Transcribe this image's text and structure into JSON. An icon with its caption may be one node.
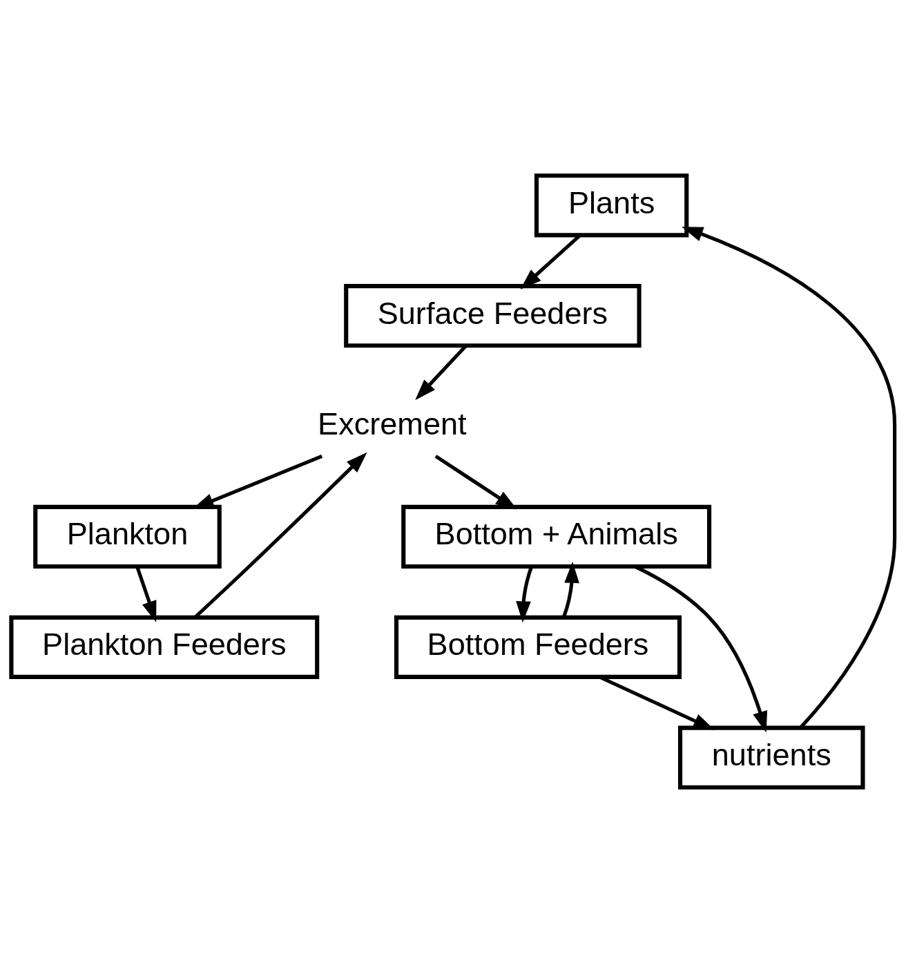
{
  "diagram": {
    "nodes": [
      {
        "text": [
          "Plants"
        ]
      },
      {
        "text": [
          "Surface Feeders"
        ]
      },
      {
        "text": [
          "Excrement"
        ]
      },
      {
        "text": [
          "Plankton"
        ]
      },
      {
        "text": [
          "Plankton Feeders"
        ]
      },
      {
        "text": [
          "Bottom Feeders"
        ]
      },
      {
        "text": [
          "Bottom + Animals"
        ]
      },
      {
        "text": [
          "nutrients"
        ]
      }
    ],
    "edges": [
      {
        "from": 0,
        "to": 1,
        "arrow": "to"
      },
      {
        "from": 1,
        "to": 2,
        "arrow": "to"
      },
      {
        "from": 2,
        "to": 3,
        "arrow": "to"
      },
      {
        "from": 3,
        "to": 4,
        "arrow": "to"
      },
      {
        "from": 4,
        "to": 2,
        "arrow": "to"
      },
      {
        "from": 2,
        "to": 6,
        "arrow": "to"
      },
      {
        "from": 5,
        "to": 6,
        "arrow": "to"
      },
      {
        "from": 6,
        "to": 5,
        "arrow": "to"
      },
      {
        "from": 5,
        "to": 7,
        "arrow": "to"
      },
      {
        "from": 6,
        "to": 7,
        "arrow": "to"
      },
      {
        "from": 7,
        "to": 0,
        "arrow": "to"
      }
    ]
  }
}
